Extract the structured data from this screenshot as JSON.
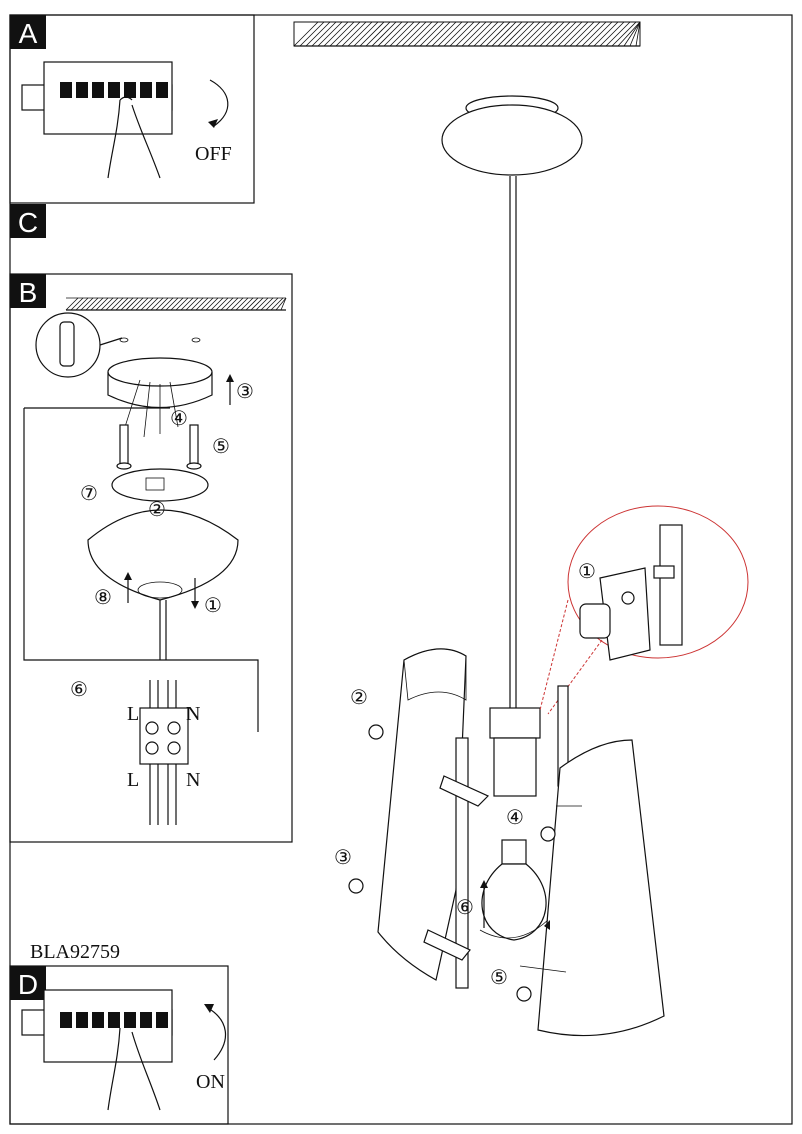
{
  "panels": {
    "a": {
      "letter": "A",
      "switch_label": "OFF"
    },
    "c": {
      "letter": "C"
    },
    "b": {
      "letter": "B",
      "wire_live": "L",
      "wire_neutral": "N"
    },
    "d": {
      "letter": "D",
      "switch_label": "ON"
    }
  },
  "model_number": "BLA92759",
  "step_markers": {
    "one": "①",
    "two": "②",
    "three": "③",
    "four": "④",
    "five": "⑤",
    "six": "⑥",
    "seven": "⑦",
    "eight": "⑧"
  }
}
